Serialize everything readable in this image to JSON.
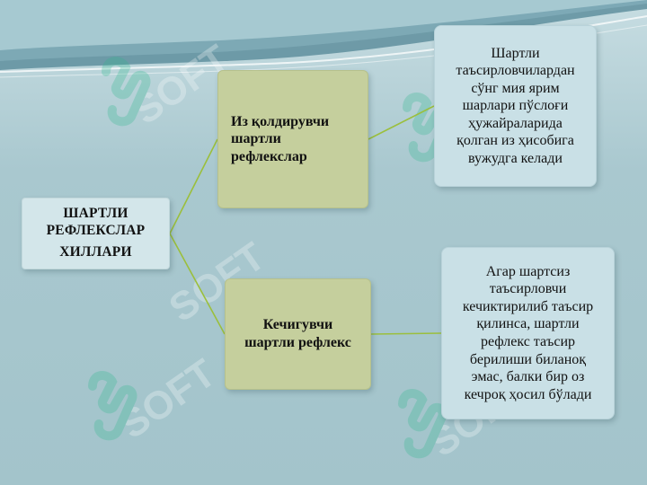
{
  "root": {
    "line1": "ШАРТЛИ",
    "line2": "РЕФЛЕКСЛАР",
    "line3": "ХИЛЛАРИ"
  },
  "branches": [
    {
      "label": "Из қолдирувчи\nшартли\nрефлекслар",
      "detail": "Шартли\nтаъсирловчилардан\nсўнг мия ярим\nшарлари пўслоғи\nҳужайраларида\nқолган из ҳисобига\nвужудга келади"
    },
    {
      "label": "Кечигувчи\nшартли рефлекс",
      "detail": "Агар шартсиз\nтаъсирловчи\nкечиктирилиб таъсир\nқилинса, шартли\nрефлекс таъсир\nберилиши биланоқ\nэмас, балки бир оз\nкечроқ ҳосил бўлади"
    }
  ],
  "watermark": {
    "text": "SOFT",
    "icon": "soft-logo-icon"
  },
  "colors": {
    "background": "#a9c8cf",
    "root_box": "#d3e6ea",
    "branch_box": "#c5cf9d",
    "detail_box": "#c9e0e6",
    "connector": "#9bbf3c"
  }
}
